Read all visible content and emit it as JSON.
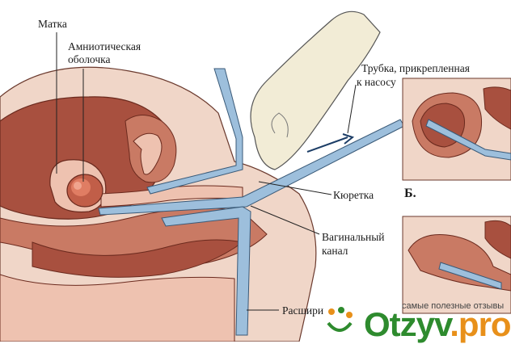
{
  "labels": {
    "uterus": "Матка",
    "amniotic_line1": "Амниотическая",
    "amniotic_line2": "оболочка",
    "tube_line1": "Трубка, прикрепленная",
    "tube_line2": "к насосу",
    "curette": "Кюретка",
    "panel_b": "Б.",
    "vaginal_line1": "Вагинальный",
    "vaginal_line2": "канал",
    "dilator": "Расшири"
  },
  "watermark": {
    "tagline": "самые полезные отзывы",
    "brand_part1": "Otzyv",
    "brand_part2": ".pro"
  },
  "colors": {
    "tissue_dark": "#a8503f",
    "tissue_mid": "#c97a64",
    "tissue_light": "#eec2b0",
    "skin": "#f0d6c8",
    "instrument": "#9dbfdc",
    "glove": "#f2ecd6",
    "embryo": "#e07d63"
  }
}
